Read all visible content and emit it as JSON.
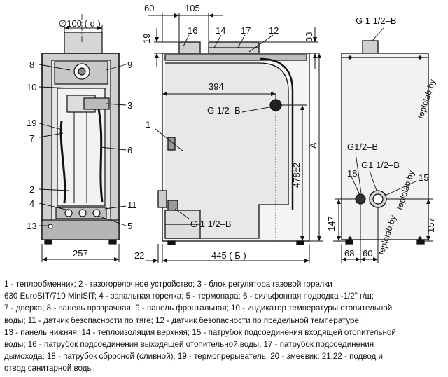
{
  "dims": {
    "d100": "∅100 ( d )",
    "d60": "60",
    "d105": "105",
    "d19": "19",
    "d33": "33",
    "d394": "394",
    "d478": "478±2",
    "dA": "A",
    "d147": "147",
    "d157": "157",
    "d257": "257",
    "d22": "22",
    "d445": "445 ( Б )",
    "d68": "68",
    "d60b": "60"
  },
  "threads": {
    "top": "G 1 1/2–B",
    "mid": "G 1/2–B",
    "bottom": "G 1 1/2–B",
    "right_a": "G1/2–B",
    "right_b": "G1 1/2–B"
  },
  "callouts": {
    "c1": "1",
    "c2": "2",
    "c3": "3",
    "c4": "4",
    "c5": "5",
    "c6": "6",
    "c7": "7",
    "c8": "8",
    "c9": "9",
    "c10": "10",
    "c11": "11",
    "c12": "12",
    "c13": "13",
    "c14": "14",
    "c15": "15",
    "c16": "16",
    "c17": "17",
    "c18": "18",
    "c19": "19"
  },
  "watermark": "teplolab.by",
  "legend": [
    "1 - теплообменник; 2 - газогорелочное устройство; 3 - блок регулятора газовой горелки",
    "630 EuroSIT/710 MiniSIT; 4 - запальная горелка; 5 - термопара; 6 - сильфонная подводка -1/2\" г/ш;",
    "7 - дверка; 8 - панель прозрачная; 9 - панель фронтальная; 10 - индикатор температуры отопительной",
    "воды; 11 - датчик безопасности по тяге; 12 - датчик безопасности по предельной температуре;",
    "13 - панель нижняя; 14 - теплоизоляция верхняя; 15 - патрубок подсоединения входящей отопительной",
    "воды; 16 - патрубок подсоединения выходящей отопительной воды; 17 - патрубок подсоединения",
    "дымохода; 18 - патрубок сбросной (сливной), 19 - термопрерыватель; 20 - змеевик; 21,22 - подвод и",
    "отвод санитарной воды."
  ]
}
